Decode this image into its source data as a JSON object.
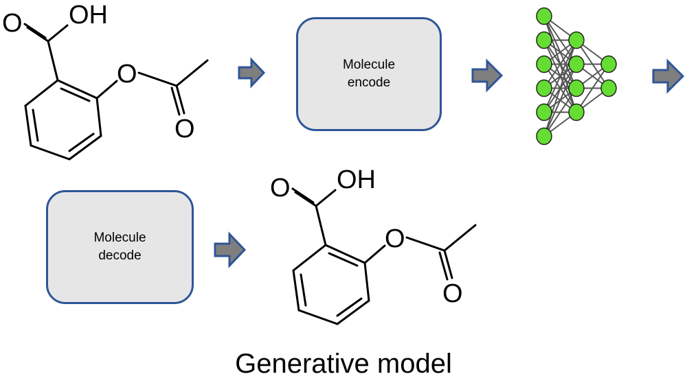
{
  "diagram": {
    "title": "Generative model",
    "input_molecule": {
      "name": "aspirin (acetylsalicylic acid)",
      "labels": {
        "carbonyl_o": "O",
        "hydroxyl": "OH",
        "ester_o": "O",
        "acetyl_o": "O"
      }
    },
    "encode_box": {
      "line1": "Molecule",
      "line2": "encode"
    },
    "neural_network": {
      "layers": [
        6,
        4,
        2
      ],
      "node_color": "#66dd33",
      "edge_color": "#555555"
    },
    "decode_box": {
      "line1": "Molecule",
      "line2": "decode"
    },
    "output_molecule": {
      "name": "aspirin (acetylsalicylic acid)",
      "labels": {
        "carbonyl_o": "O",
        "hydroxyl": "OH",
        "ester_o": "O",
        "acetyl_o": "O"
      }
    },
    "arrows": [
      {
        "from": "input-molecule",
        "to": "encode-box"
      },
      {
        "from": "encode-box",
        "to": "neural-network"
      },
      {
        "from": "neural-network",
        "to": "decode-box"
      },
      {
        "from": "decode-box",
        "to": "output-molecule"
      }
    ],
    "colors": {
      "arrow_fill": "#7f7f7f",
      "arrow_stroke": "#2f5597",
      "box_fill": "#e6e6e6",
      "box_border": "#2f5597"
    }
  }
}
